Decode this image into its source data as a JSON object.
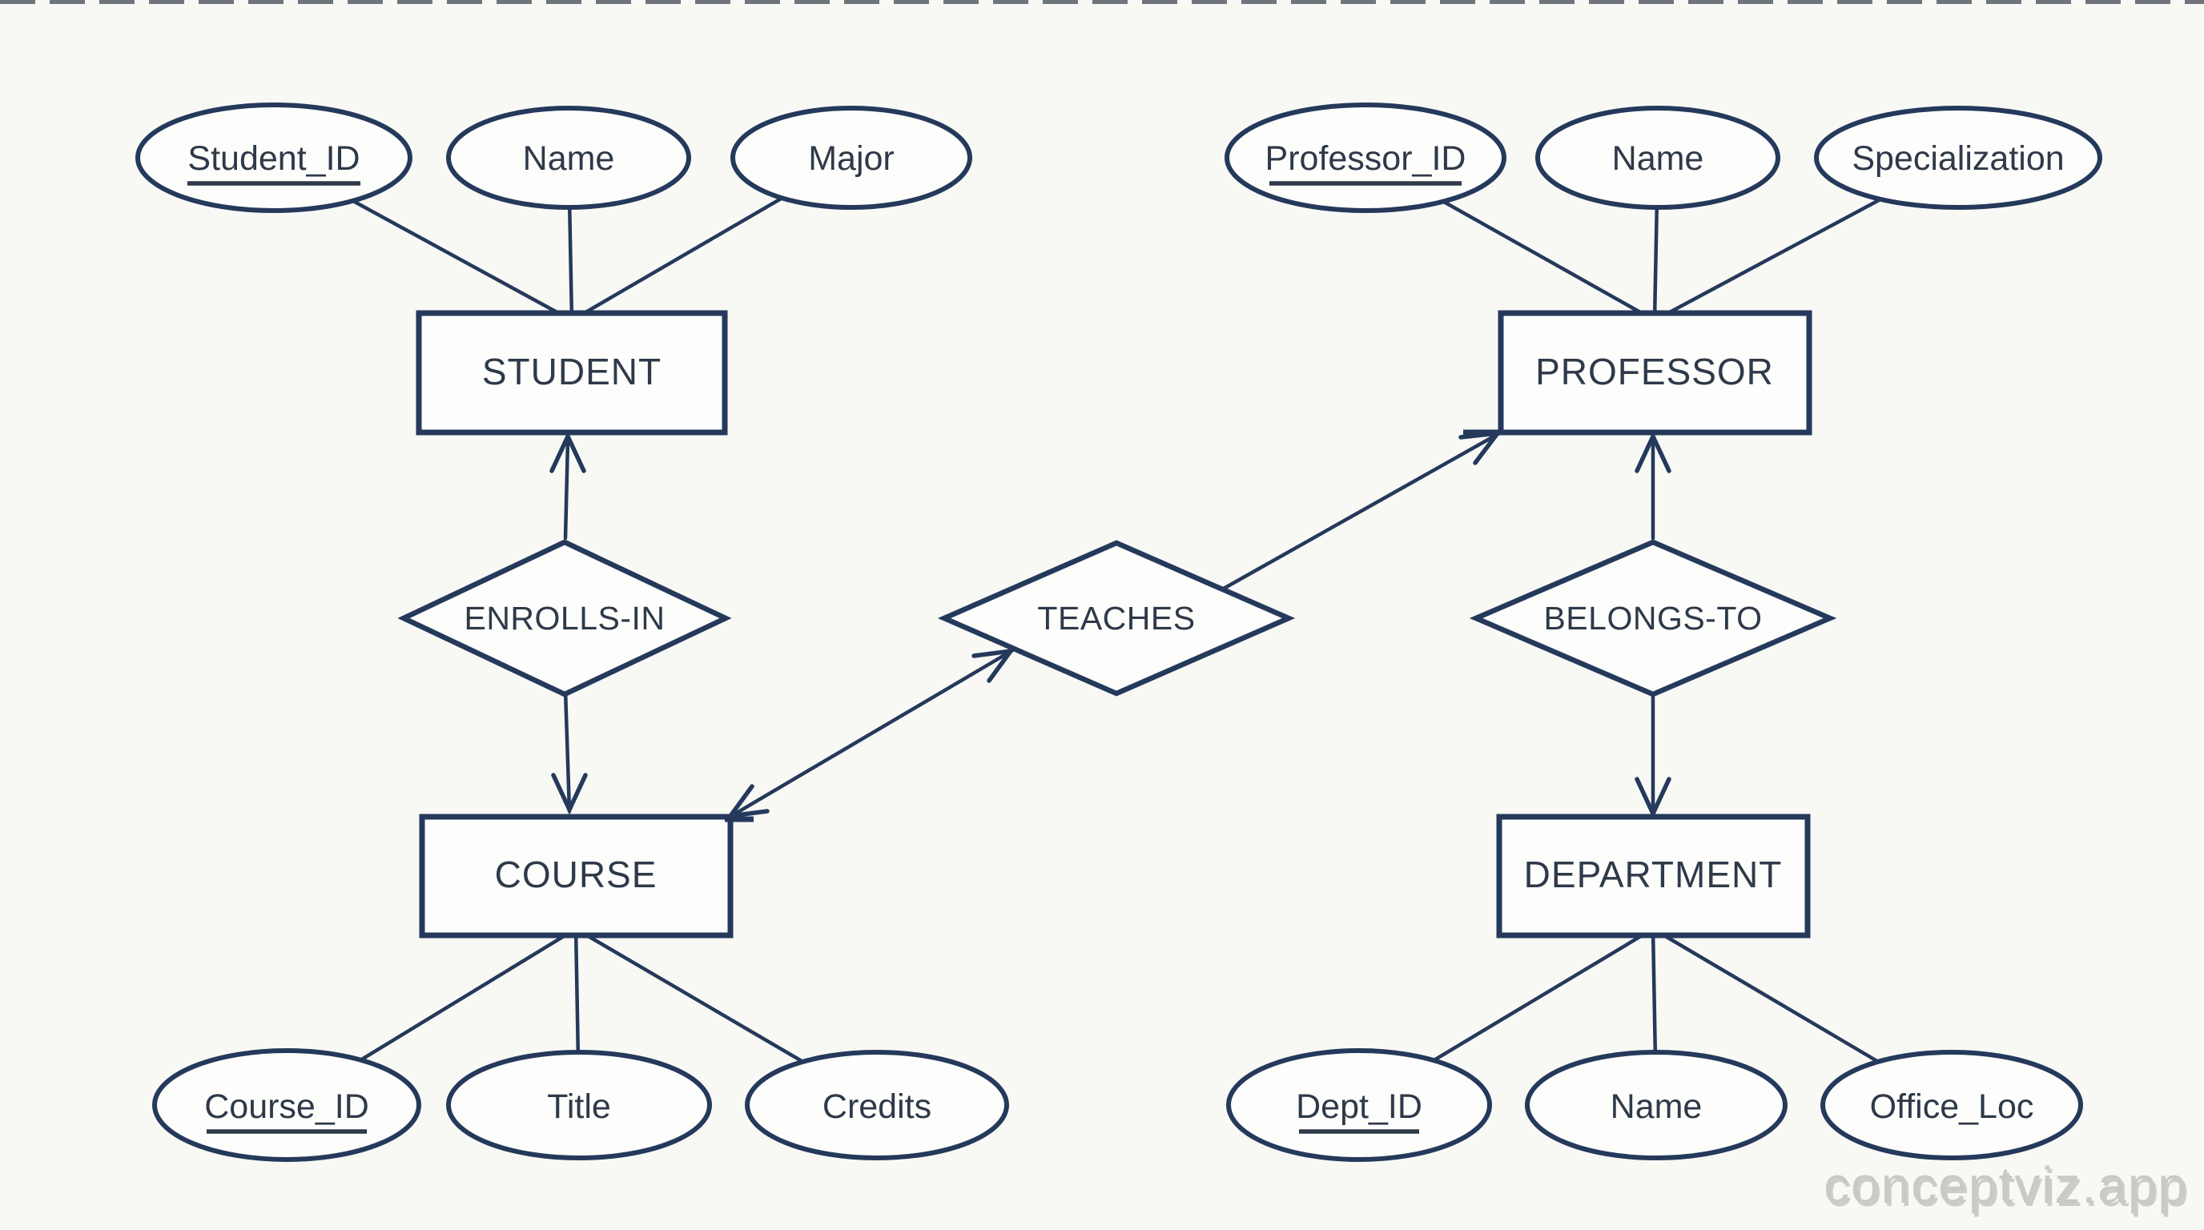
{
  "diagram": {
    "kind": "entity-relationship",
    "entities": [
      {
        "label": "STUDENT",
        "attributes": [
          {
            "label": "Student_ID",
            "key": true
          },
          {
            "label": "Name",
            "key": false
          },
          {
            "label": "Major",
            "key": false
          }
        ]
      },
      {
        "label": "PROFESSOR",
        "attributes": [
          {
            "label": "Professor_ID",
            "key": true
          },
          {
            "label": "Name",
            "key": false
          },
          {
            "label": "Specialization",
            "key": false
          }
        ]
      },
      {
        "label": "COURSE",
        "attributes": [
          {
            "label": "Course_ID",
            "key": true
          },
          {
            "label": "Title",
            "key": false
          },
          {
            "label": "Credits",
            "key": false
          }
        ]
      },
      {
        "label": "DEPARTMENT",
        "attributes": [
          {
            "label": "Dept_ID",
            "key": true
          },
          {
            "label": "Name",
            "key": false
          },
          {
            "label": "Office_Loc",
            "key": false
          }
        ]
      }
    ],
    "relationships": [
      {
        "label": "ENROLLS-IN",
        "from": "STUDENT",
        "to": "COURSE"
      },
      {
        "label": "TEACHES",
        "from": "PROFESSOR",
        "to": "COURSE"
      },
      {
        "label": "BELONGS-TO",
        "from": "PROFESSOR",
        "to": "DEPARTMENT"
      }
    ]
  },
  "watermark": {
    "text": "conceptviz.app"
  },
  "colors": {
    "background": "#f8f8f5",
    "shape-fill": "#fdfdfb",
    "stroke": "#24395b",
    "text": "#2e3949",
    "watermark": "#c9c9c7"
  }
}
